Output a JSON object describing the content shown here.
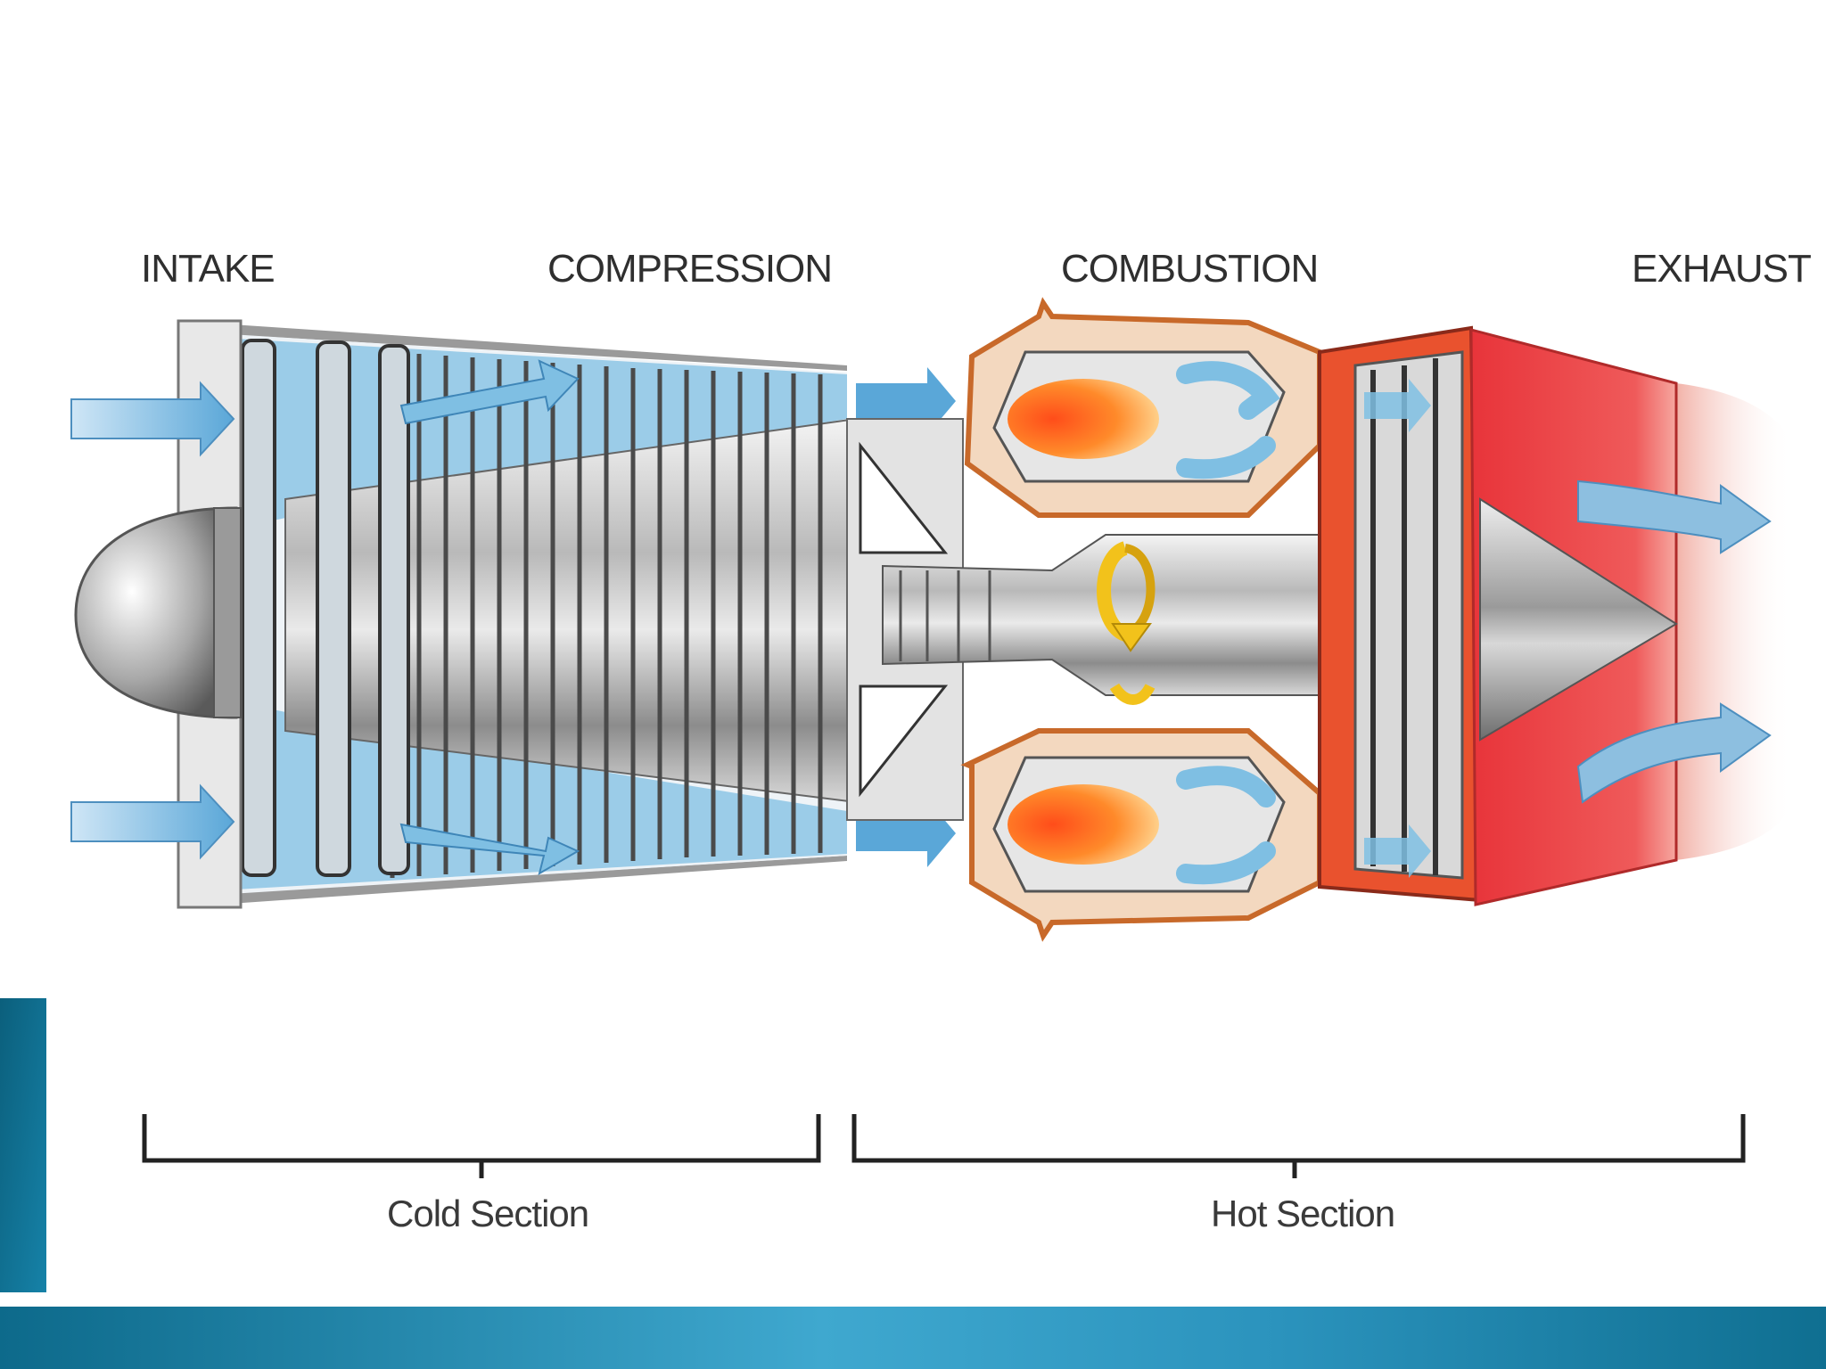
{
  "stages": {
    "intake": "INTAKE",
    "compression": "COMPRESSION",
    "combustion": "COMBUSTION",
    "exhaust": "EXHAUST"
  },
  "sections": {
    "cold": "Cold Section",
    "hot": "Hot Section"
  },
  "colors": {
    "slide_teal": "#0e6f8f",
    "slide_light": "#4fb3d6",
    "cold_air": "#5aa7d8",
    "combustor": "#e08a3c",
    "hot_gas": "#e8343a",
    "flame": "#ff6a1a",
    "rotation_arrow": "#f2c21b"
  },
  "icons": [
    "intake-arrow-icon",
    "airflow-arrow-icon",
    "exhaust-arrow-icon",
    "rotation-arrow-icon",
    "flame-icon"
  ]
}
